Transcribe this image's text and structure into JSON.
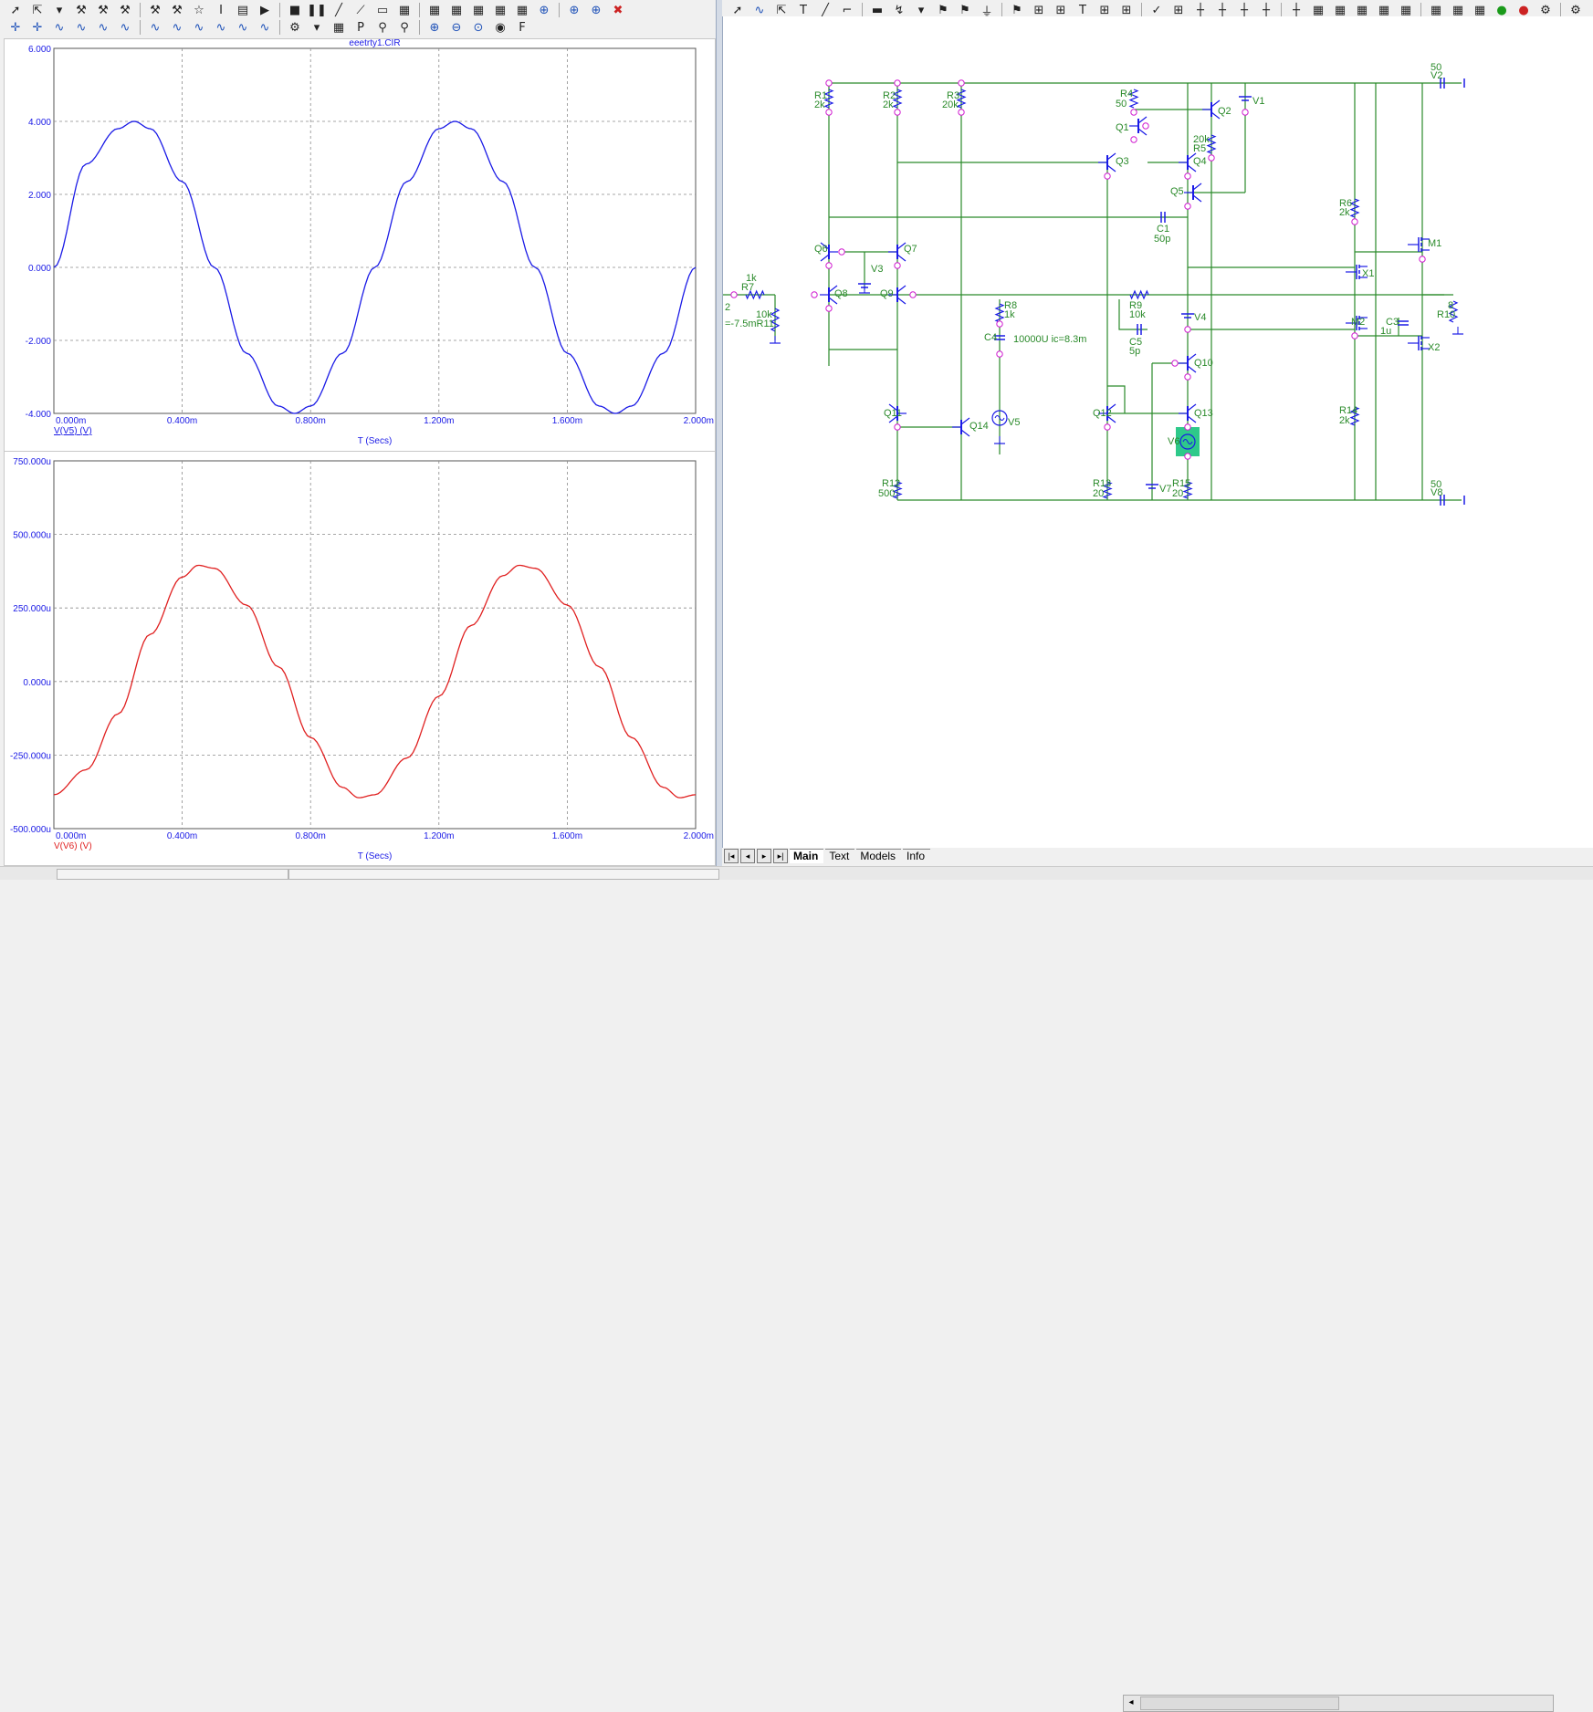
{
  "left_toolbar_row1": [
    "arrow-icon",
    "cursor-ellipsis-icon",
    "dropdown-icon",
    "tools-icon",
    "tools-icon",
    "tools-icon",
    "tools-icon",
    "tools-icon",
    "star-icon",
    "text-cursor-icon",
    "page-icon",
    "play-icon",
    "stop-icon",
    "pause-icon",
    "line-icon",
    "diag-icon",
    "win-icon",
    "grid-icon",
    "grid-icon",
    "grid-icon",
    "grid-icon",
    "grid-icon",
    "grid-icon",
    "zoom-icon",
    "zoom-icon",
    "zoom-icon",
    "close-red-icon"
  ],
  "left_toolbar_row2": [
    "cross-icon",
    "cross-icon",
    "wave-icon",
    "wave-icon",
    "wave-icon",
    "wave-icon",
    "wave-icon",
    "wave-icon",
    "wave-icon",
    "wave-icon",
    "wave-icon",
    "wave-icon",
    "settings-icon",
    "dropdown-icon",
    "table-icon",
    "p-label-icon",
    "label-icon",
    "label-icon",
    "zoom-in-icon",
    "zoom-out-icon",
    "zoom-fit-icon",
    "globe-icon",
    "font-icon"
  ],
  "right_toolbar": [
    "select-icon",
    "wave-icon",
    "cursor-icon",
    "text-icon",
    "line-icon",
    "path-icon",
    "bus-icon",
    "probe-icon",
    "dropdown-icon",
    "flag-icon",
    "flag-icon",
    "gnd-icon",
    "flag-icon",
    "component-icon",
    "component-icon",
    "text-icon",
    "component-icon",
    "component-icon",
    "check-icon",
    "component-icon",
    "net-icon",
    "net-icon",
    "net-icon",
    "net-icon",
    "net-icon",
    "grid-icon",
    "grid-icon",
    "grid-icon",
    "grid-icon",
    "grid-icon",
    "grid-icon",
    "grid-icon",
    "grid-icon",
    "green-icon",
    "red-icon",
    "gear-icon",
    "gear-icon"
  ],
  "plot1": {
    "title": "eeetrty1.CIR",
    "y_ticks": [
      "6.000",
      "4.000",
      "2.000",
      "0.000",
      "-2.000",
      "-4.000"
    ],
    "x_ticks": [
      "0.000m",
      "0.400m",
      "0.800m",
      "1.200m",
      "1.600m",
      "2.000m"
    ],
    "trace_label": "V(V5) (V)",
    "x_label": "T (Secs)",
    "color": "#1a1ae6"
  },
  "plot2": {
    "y_ticks": [
      "750.000u",
      "500.000u",
      "250.000u",
      "0.000u",
      "-250.000u",
      "-500.000u"
    ],
    "x_ticks": [
      "0.000m",
      "0.400m",
      "0.800m",
      "1.200m",
      "1.600m",
      "2.000m"
    ],
    "trace_label": "V(V6) (V)",
    "x_label": "T (Secs)",
    "color": "#e02020"
  },
  "chart_data": [
    {
      "type": "line",
      "title": "eeetrty1.CIR",
      "xlabel": "T (Secs)",
      "ylabel": "",
      "x_unit_ms": true,
      "xlim": [
        0,
        2.0
      ],
      "ylim": [
        -4.0,
        6.0
      ],
      "series": [
        {
          "name": "V(V5) (V)",
          "x": [
            0,
            0.1,
            0.2,
            0.25,
            0.3,
            0.4,
            0.5,
            0.6,
            0.7,
            0.75,
            0.8,
            0.9,
            1.0,
            1.1,
            1.2,
            1.25,
            1.3,
            1.4,
            1.5,
            1.6,
            1.7,
            1.75,
            1.8,
            1.9,
            2.0
          ],
          "values": [
            0,
            2.83,
            3.8,
            4.0,
            3.8,
            2.35,
            0,
            -2.35,
            -3.8,
            -4.0,
            -3.8,
            -2.35,
            0,
            2.35,
            3.8,
            4.0,
            3.8,
            2.35,
            0,
            -2.35,
            -3.8,
            -4.0,
            -3.8,
            -2.35,
            0
          ]
        }
      ],
      "grid": true
    },
    {
      "type": "line",
      "title": "",
      "xlabel": "T (Secs)",
      "ylabel": "",
      "xlim": [
        0,
        2.0
      ],
      "ylim": [
        -500,
        750
      ],
      "series": [
        {
          "name": "V(V6) (V)",
          "x": [
            0,
            0.1,
            0.2,
            0.3,
            0.4,
            0.45,
            0.5,
            0.6,
            0.7,
            0.8,
            0.9,
            0.95,
            1.0,
            1.1,
            1.2,
            1.3,
            1.4,
            1.45,
            1.5,
            1.6,
            1.7,
            1.8,
            1.9,
            1.95,
            2.0
          ],
          "values": [
            -385,
            -300,
            -110,
            160,
            355,
            395,
            385,
            260,
            50,
            -190,
            -360,
            -395,
            -385,
            -260,
            -50,
            190,
            360,
            395,
            385,
            260,
            50,
            -190,
            -360,
            -395,
            -385
          ]
        }
      ],
      "grid": true
    }
  ],
  "schematic": {
    "components": [
      {
        "id": "R1",
        "value": "2k"
      },
      {
        "id": "R2",
        "value": "2k"
      },
      {
        "id": "R3",
        "value": "20k"
      },
      {
        "id": "R4",
        "value": "50"
      },
      {
        "id": "Q1"
      },
      {
        "id": "Q2"
      },
      {
        "id": "V1"
      },
      {
        "id": "R5",
        "value": "20k"
      },
      {
        "id": "Q3"
      },
      {
        "id": "Q4"
      },
      {
        "id": "Q5"
      },
      {
        "id": "C1",
        "value": "50p"
      },
      {
        "id": "Q6"
      },
      {
        "id": "Q7"
      },
      {
        "id": "V3"
      },
      {
        "id": "R7",
        "value": "1k"
      },
      {
        "id": "R11",
        "value": "10k"
      },
      {
        "id": "Q8"
      },
      {
        "id": "Q9"
      },
      {
        "id": "R8",
        "value": "1k"
      },
      {
        "id": "C4",
        "value": "10000U ic=8.3m"
      },
      {
        "id": "R9",
        "value": "10k"
      },
      {
        "id": "C5",
        "value": "5p"
      },
      {
        "id": "V4"
      },
      {
        "id": "Q10"
      },
      {
        "id": "Q11"
      },
      {
        "id": "Q12"
      },
      {
        "id": "Q13"
      },
      {
        "id": "Q14"
      },
      {
        "id": "V5"
      },
      {
        "id": "V6"
      },
      {
        "id": "V7"
      },
      {
        "id": "R12",
        "value": "500"
      },
      {
        "id": "R13",
        "value": "20"
      },
      {
        "id": "R15",
        "value": "20"
      },
      {
        "id": "R6",
        "value": "2k"
      },
      {
        "id": "R14",
        "value": "2k"
      },
      {
        "id": "M1"
      },
      {
        "id": "M2"
      },
      {
        "id": "X1"
      },
      {
        "id": "X2"
      },
      {
        "id": "C3",
        "value": "1u"
      },
      {
        "id": "R10",
        "value": "8"
      },
      {
        "id": "V2",
        "value": "50"
      },
      {
        "id": "V8",
        "value": "50"
      }
    ],
    "labels": {
      "r1": "R1",
      "r1v": "2k",
      "r2": "R2",
      "r2v": "2k",
      "r3": "R3",
      "r3v": "20k",
      "r4": "R4",
      "r4v": "50",
      "q1": "Q1",
      "q2": "Q2",
      "v1": "V1",
      "r5v": "20k",
      "r5": "R5",
      "q3": "Q3",
      "q4": "Q4",
      "q5": "Q5",
      "c1": "C1",
      "c1v": "50p",
      "q6": "Q6",
      "q7": "Q7",
      "v3": "V3",
      "r7v": "1k",
      "r7": "R7",
      "r11v": "10k",
      "r11": "=-7.5mR11",
      "q8": "Q8",
      "q9": "Q9",
      "r8": "R8",
      "r8v": "1k",
      "c4": "C4",
      "c4v": "10000U ic=8.3m",
      "r9": "R9",
      "r9v": "10k",
      "c5": "C5",
      "c5v": "5p",
      "v4": "V4",
      "q10": "Q10",
      "q11": "Q11",
      "q12": "Q12",
      "q13": "Q13",
      "q14": "Q14",
      "v5": "V5",
      "v6": "V6",
      "v7": "V7",
      "r12": "R12",
      "r12v": "500",
      "r13": "R13",
      "r13v": "20",
      "r15": "R15",
      "r15v": "20",
      "r6": "R6",
      "r6v": "2k",
      "r14": "R14",
      "r14v": "2k",
      "m1": "M1",
      "m2": "M2",
      "x1": "X1",
      "x2": "X2",
      "c3": "C3",
      "c3v": "1u",
      "r10": "R10",
      "r10v": "8",
      "v2": "V2",
      "v2v": "50",
      "v8": "V8",
      "v8v": "50",
      "two": "2"
    }
  },
  "sheet_tabs": [
    "Main",
    "Text",
    "Models",
    "Info"
  ]
}
